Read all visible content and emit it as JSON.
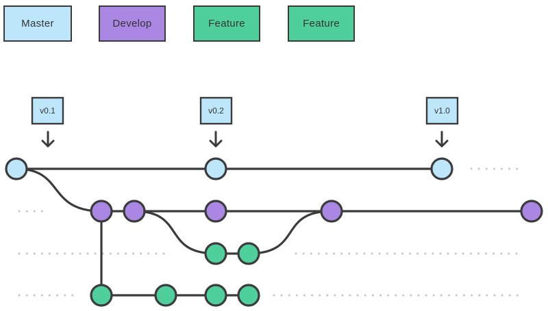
{
  "legend": [
    {
      "label": "Master",
      "color": "#bde6fb"
    },
    {
      "label": "Develop",
      "color": "#a987e3"
    },
    {
      "label": "Feature",
      "color": "#4ecf9b"
    },
    {
      "label": "Feature",
      "color": "#4ecf9b"
    }
  ],
  "tags": [
    "v0.1",
    "v0.2",
    "v1.0"
  ],
  "colors": {
    "master": "#bde6fb",
    "develop": "#a987e3",
    "feature": "#4ecf9b",
    "line": "#3b3b3b",
    "continuation_dots": "#c7c7c7"
  }
}
